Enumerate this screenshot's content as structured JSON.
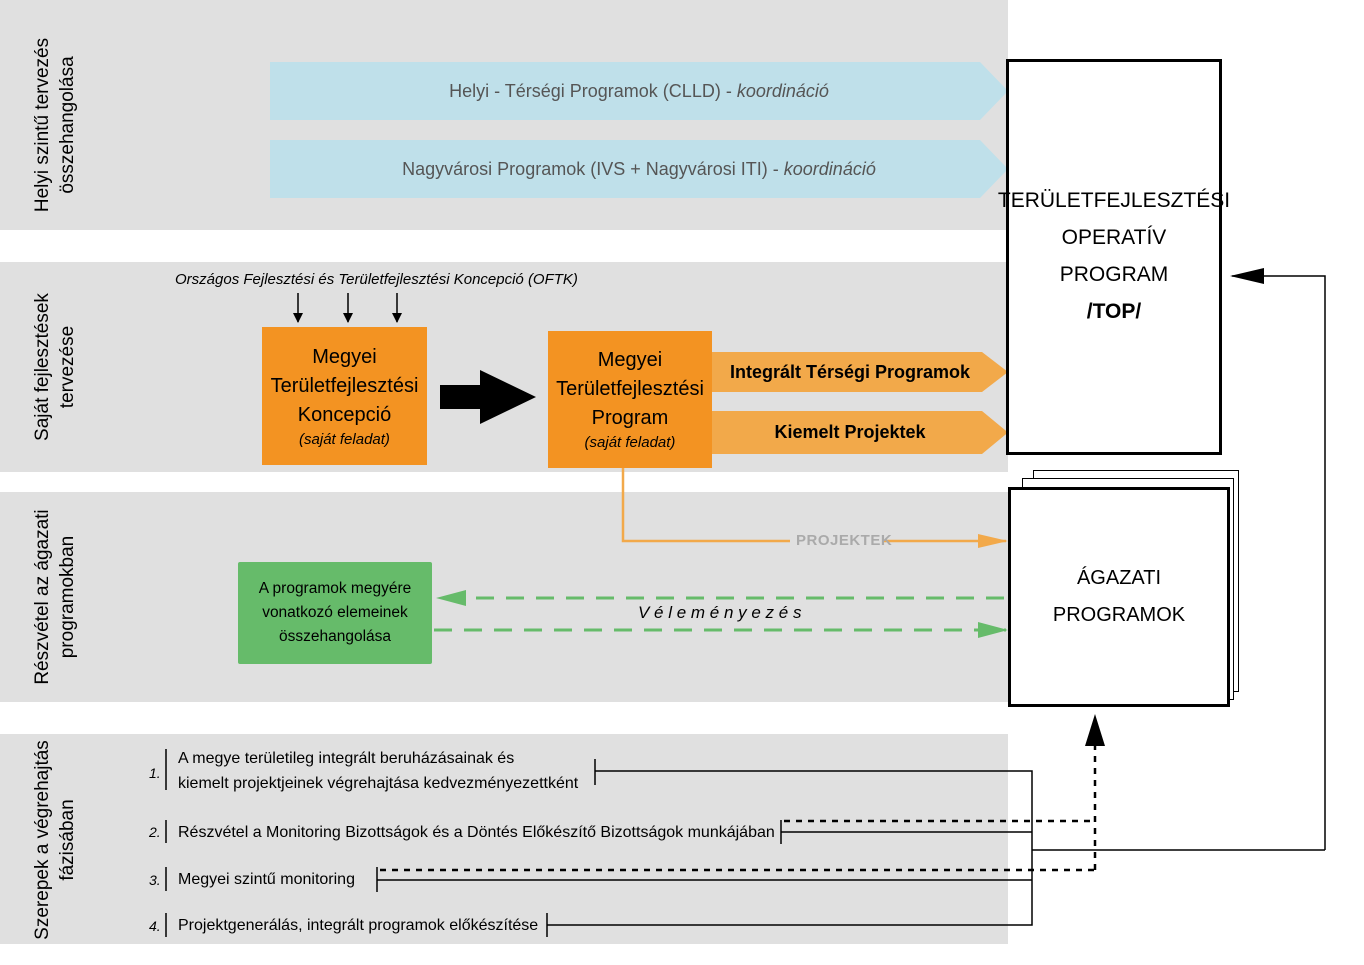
{
  "bands": {
    "local": {
      "label_line1": "Helyi szintű tervezés",
      "label_line2": "összehangolása"
    },
    "own": {
      "label_line1": "Saját fejlesztések",
      "label_line2": "tervezése"
    },
    "sectoral": {
      "label_line1": "Részvétel az ágazati",
      "label_line2": "programokban"
    },
    "roles": {
      "label_line1": "Szerepek a végrehajtás",
      "label_line2": "fázisában"
    }
  },
  "local_programs": [
    {
      "text": "Helyi - Térségi Programok (CLLD) - ",
      "italic": "koordináció"
    },
    {
      "text": "Nagyvárosi Programok (IVS + Nagyvárosi ITI) - ",
      "italic": "koordináció"
    }
  ],
  "oftk_label": "Országos Fejlesztési és Területfejlesztési Koncepció (OFTK)",
  "concept_box": {
    "line1": "Megyei",
    "line2": "Területfejlesztési",
    "line3": "Koncepció",
    "sub": "(saját feladat)"
  },
  "program_box": {
    "line1": "Megyei",
    "line2": "Területfejlesztési",
    "line3": "Program",
    "sub": "(saját feladat)"
  },
  "outputs": {
    "integrated": "Integrált Térségi Programok",
    "projects": "Kiemelt Projektek"
  },
  "projektek_label": "PROJEKTEK",
  "top_box": {
    "line1": "TERÜLETFEJLESZTÉSI",
    "line2": "OPERATÍV",
    "line3": "PROGRAM",
    "line4": "/TOP/"
  },
  "sector_box": {
    "line1": "ÁGAZATI",
    "line2": "PROGRAMOK"
  },
  "green_box": {
    "line1": "A programok megyére",
    "line2": "vonatkozó elemeinek",
    "line3": "összehangolása"
  },
  "velemenyezes": "V é l e m é n y e z é s",
  "roles": [
    {
      "num": "1.",
      "line1": "A megye területileg integrált beruházásainak és",
      "line2": "kiemelt projektjeinek végrehajtása kedvezményezettként"
    },
    {
      "num": "2.",
      "line1": "Részvétel a Monitoring Bizottságok és a Döntés Előkészítő Bizottságok munkájában"
    },
    {
      "num": "3.",
      "line1": "Megyei szintű monitoring"
    },
    {
      "num": "4.",
      "line1": "Projektgenerálás, integrált programok előkészítése"
    }
  ],
  "colors": {
    "band": "#e0e0e0",
    "blue": "#bfe0ea",
    "orange": "#f39322",
    "orange_light": "#f2a94a",
    "green": "#66bb6a"
  }
}
